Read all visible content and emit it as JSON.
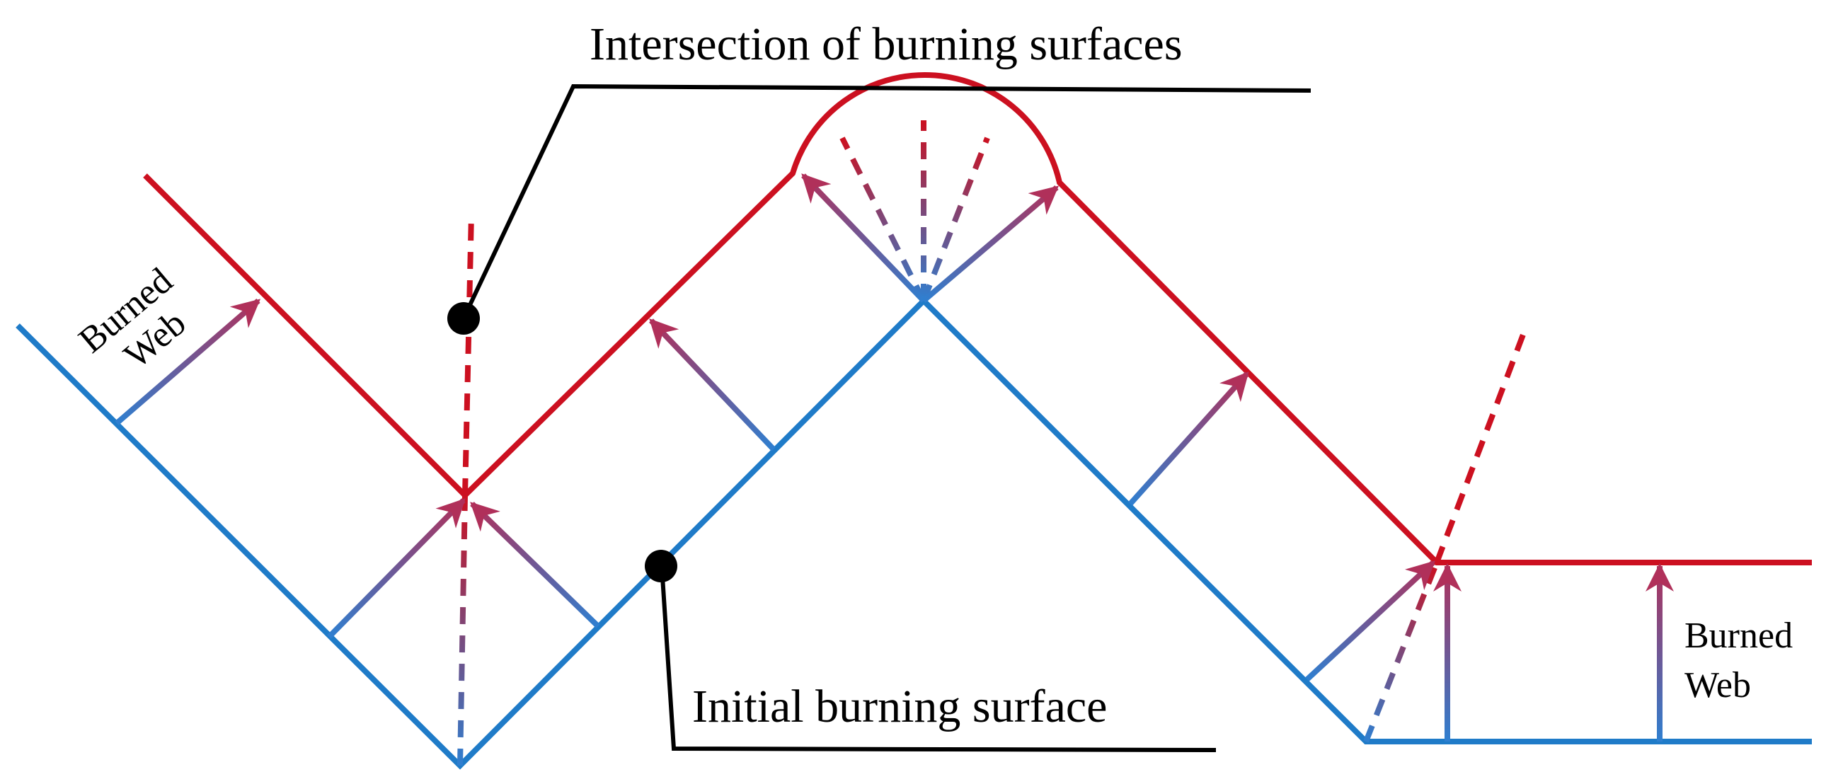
{
  "labels": {
    "intersection": "Intersection of burning surfaces",
    "initial_surface": "Initial burning surface",
    "burned_web_left_line1": "Burned",
    "burned_web_left_line2": "Web",
    "burned_web_right_line1": "Burned",
    "burned_web_right_line2": "Web"
  },
  "colors": {
    "initial_surface": "#1f7bc8",
    "burned_surface": "#cc1020",
    "arrow_start": "#2f7fd0",
    "arrow_end": "#b0305a",
    "callout": "#000000"
  }
}
